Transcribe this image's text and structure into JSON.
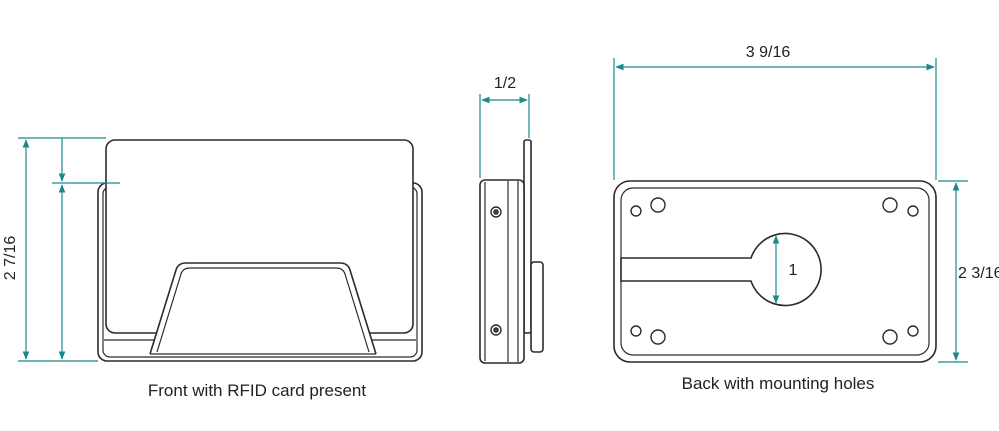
{
  "views": {
    "front": {
      "caption": "Front with RFID card present",
      "dimension_height": "2 7/16"
    },
    "side": {
      "dimension_width": "1/2"
    },
    "back": {
      "caption": "Back with mounting holes",
      "dimension_width": "3 9/16",
      "dimension_height": "2 3/16",
      "dimension_keyhole": "1"
    }
  },
  "colors": {
    "dimension": "#1a8a8a",
    "outline": "#2b2b2b"
  }
}
